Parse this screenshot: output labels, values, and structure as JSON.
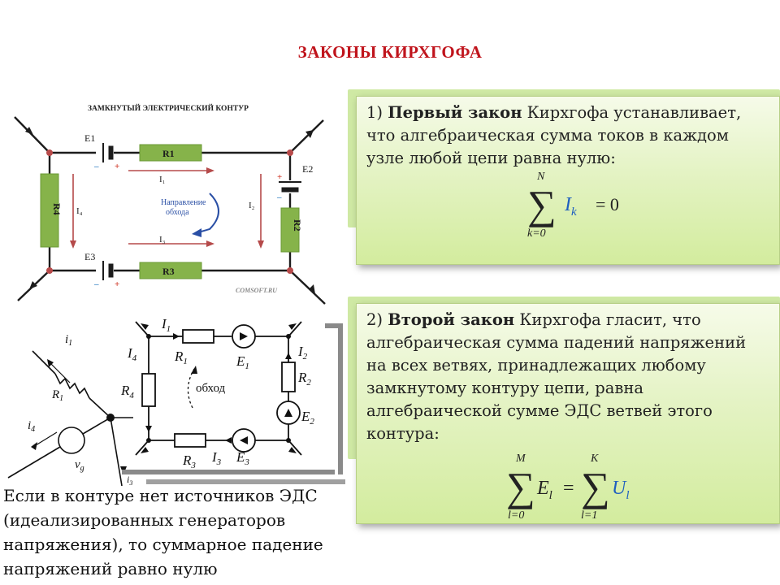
{
  "title": "ЗАКОНЫ КИРХГОФА",
  "circuit1": {
    "heading": "ЗАМКНУТЫЙ ЭЛЕКТРИЧЕСКИЙ КОНТУР",
    "labels": {
      "e1": "E1",
      "e2": "E2",
      "e3": "E3",
      "r1": "R1",
      "r2": "R2",
      "r3": "R3",
      "r4": "R4",
      "i1": "I₁",
      "i2": "I₂",
      "i3": "I₃",
      "i4": "I₄"
    },
    "direction": [
      "Направление",
      "обхода"
    ],
    "watermark": "COMSOFT.RU",
    "wire_color": "#1c1c1c",
    "resistor_color": "#86b34a",
    "arrow_color": "#b54a4a",
    "node_color": "#b84a4a"
  },
  "circuit2": {
    "labels": {
      "i1": "I",
      "i1s": "1",
      "r1": "R",
      "r1s": "1",
      "e1": "E",
      "e1s": "1",
      "i2": "I",
      "i2s": "2",
      "r2": "R",
      "r2s": "2",
      "e2": "E",
      "e2s": "2",
      "i3": "I",
      "i3s": "3",
      "r3": "R",
      "r3s": "3",
      "e3": "E",
      "e3s": "3",
      "i4": "I",
      "i4s": "4",
      "r4": "R",
      "r4s": "4",
      "loop": "обход"
    }
  },
  "circuit3": {
    "labels": {
      "i1": "i",
      "i1s": "1",
      "r1": "R",
      "r1s": "1",
      "i4": "i",
      "i4s": "4",
      "vg": "v",
      "vgs": "g",
      "i3": "i",
      "i3s": "3"
    }
  },
  "law1": {
    "number": "1)",
    "bold": "Первый закон",
    "lines": [
      "Кирхгофа устанавливает,",
      "что алгебраическая сумма токов в каждом",
      "узле любой цепи равна нулю:"
    ],
    "formula": {
      "sum_top": "N",
      "sum_bottom": "k=0",
      "term": "I",
      "term_sub": "k",
      "rhs": "= 0"
    }
  },
  "law2": {
    "number": "2)",
    "bold": "Второй закон",
    "lines": [
      "Кирхгофа гласит, что",
      "алгебраическая сумма падений напряжений",
      "на всех ветвях, принадлежащих любому",
      "замкнутому контуру цепи, равна",
      "алгебраической сумме ЭДС ветвей этого",
      "контура:"
    ],
    "formula": {
      "sum1_top": "M",
      "sum1_bottom": "l=0",
      "term1": "E",
      "term1_sub": "l",
      "eq": "=",
      "sum2_top": "K",
      "sum2_bottom": "l=1",
      "term2": "U",
      "term2_sub": "l"
    }
  },
  "note": {
    "lines": [
      "Если в контуре нет источников ЭДС",
      "(идеализированных генераторов",
      "напряжения), то суммарное падение",
      "напряжений равно нулю"
    ]
  },
  "colors": {
    "title": "#c0141c",
    "box": "#d3ec9e",
    "formula_blue": "#1f5fbf"
  }
}
